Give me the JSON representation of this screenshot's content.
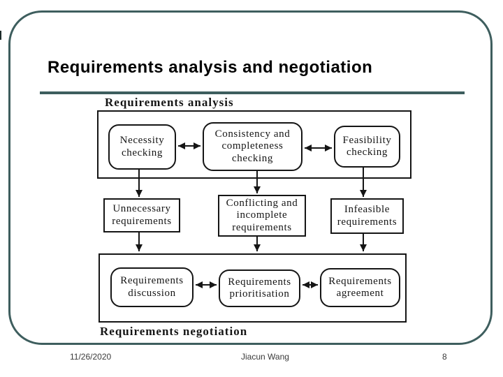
{
  "slide": {
    "title": "Requirements analysis and negotiation",
    "footer": {
      "date": "11/26/2020",
      "author": "Jiacun Wang",
      "page_number": "8"
    }
  },
  "diagram": {
    "analysis_group_label": "Requirements analysis",
    "negotiation_group_label": "Requirements negotiation",
    "analysis_boxes": [
      {
        "label": "Necessity checking"
      },
      {
        "label": "Consistency and completeness checking"
      },
      {
        "label": "Feasibility checking"
      }
    ],
    "result_boxes": [
      {
        "label": "Unnecessary requirements"
      },
      {
        "label": "Conflicting and incomplete requirements"
      },
      {
        "label": "Infeasible requirements"
      }
    ],
    "negotiation_boxes": [
      {
        "label": "Requirements discussion"
      },
      {
        "label": "Requirements prioritisation"
      },
      {
        "label": "Requirements agreement"
      }
    ],
    "arrows": {
      "vertical_flow": [
        "necessity-checking to unnecessary-requirements",
        "consistency-completeness-checking to conflicting-incomplete-requirements",
        "feasibility-checking to infeasible-requirements",
        "unnecessary-requirements to requirements-negotiation",
        "conflicting-incomplete-requirements to requirements-negotiation",
        "infeasible-requirements to requirements-negotiation"
      ],
      "bidirectional": [
        "necessity-checking and consistency-completeness-checking",
        "consistency-completeness-checking and feasibility-checking",
        "requirements-discussion and requirements-prioritisation",
        "requirements-prioritisation and requirements-agreement"
      ]
    }
  },
  "colors": {
    "frame_teal": "#3E5E5E",
    "divider_teal": "#3E5E5E",
    "diagram_ink": "#151515",
    "title_color": "#000000",
    "footer_text": "#3A3A3A",
    "background": "#FFFFFF"
  }
}
